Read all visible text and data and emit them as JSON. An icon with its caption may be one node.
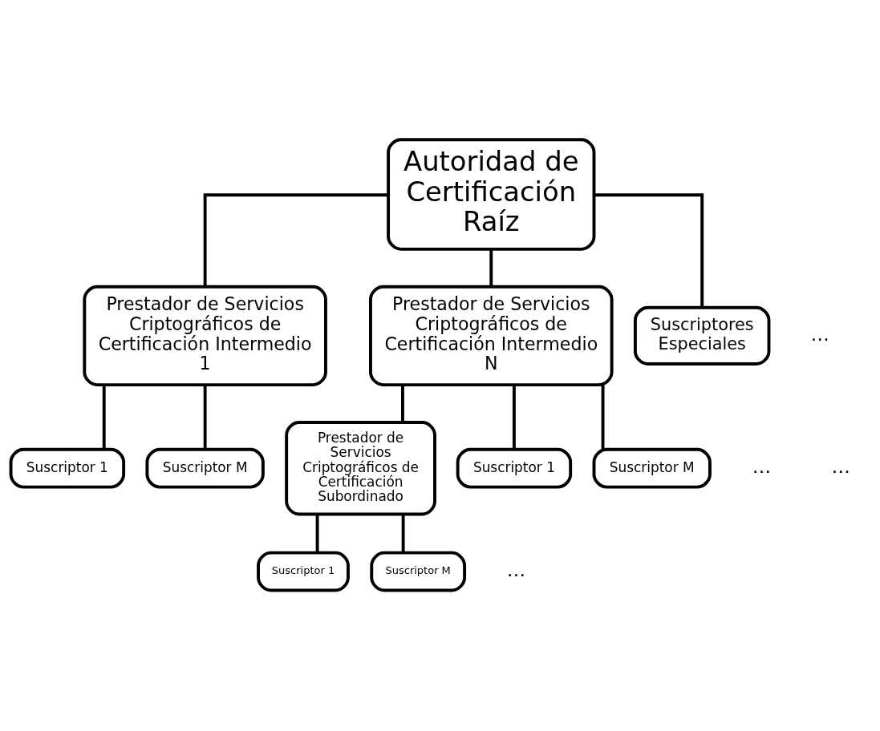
{
  "diagram": {
    "nodes": [
      {
        "text": [
          "Autoridad de Certificación Raíz"
        ]
      },
      {
        "text": [
          "Prestador de Servicios Criptográficos de Certificación Intermedio 1"
        ]
      },
      {
        "text": [
          "Prestador de Servicios Criptográficos de Certificación Intermedio N"
        ]
      },
      {
        "text": [
          "Suscriptores Especiales"
        ]
      },
      {
        "text": [
          "Suscriptor 1"
        ]
      },
      {
        "text": [
          "Suscriptor M"
        ]
      },
      {
        "text": [
          "Prestador de Servicios Criptográficos de Certificación Subordinado"
        ]
      },
      {
        "text": [
          "Suscriptor 1"
        ]
      },
      {
        "text": [
          "Suscriptor M"
        ]
      },
      {
        "text": [
          "Suscriptor 1"
        ]
      },
      {
        "text": [
          "Suscriptor M"
        ]
      }
    ],
    "edges": [
      {
        "from": 0,
        "to": 1,
        "arrow": "none"
      },
      {
        "from": 0,
        "to": 2,
        "arrow": "none"
      },
      {
        "from": 0,
        "to": 3,
        "arrow": "none"
      },
      {
        "from": 1,
        "to": 4,
        "arrow": "none"
      },
      {
        "from": 1,
        "to": 5,
        "arrow": "none"
      },
      {
        "from": 2,
        "to": 6,
        "arrow": "none"
      },
      {
        "from": 2,
        "to": 7,
        "arrow": "none"
      },
      {
        "from": 2,
        "to": 8,
        "arrow": "none"
      },
      {
        "from": 6,
        "to": 9,
        "arrow": "none"
      },
      {
        "from": 6,
        "to": 10,
        "arrow": "none"
      }
    ],
    "labels": [
      "…",
      "…",
      "…",
      "…"
    ]
  }
}
